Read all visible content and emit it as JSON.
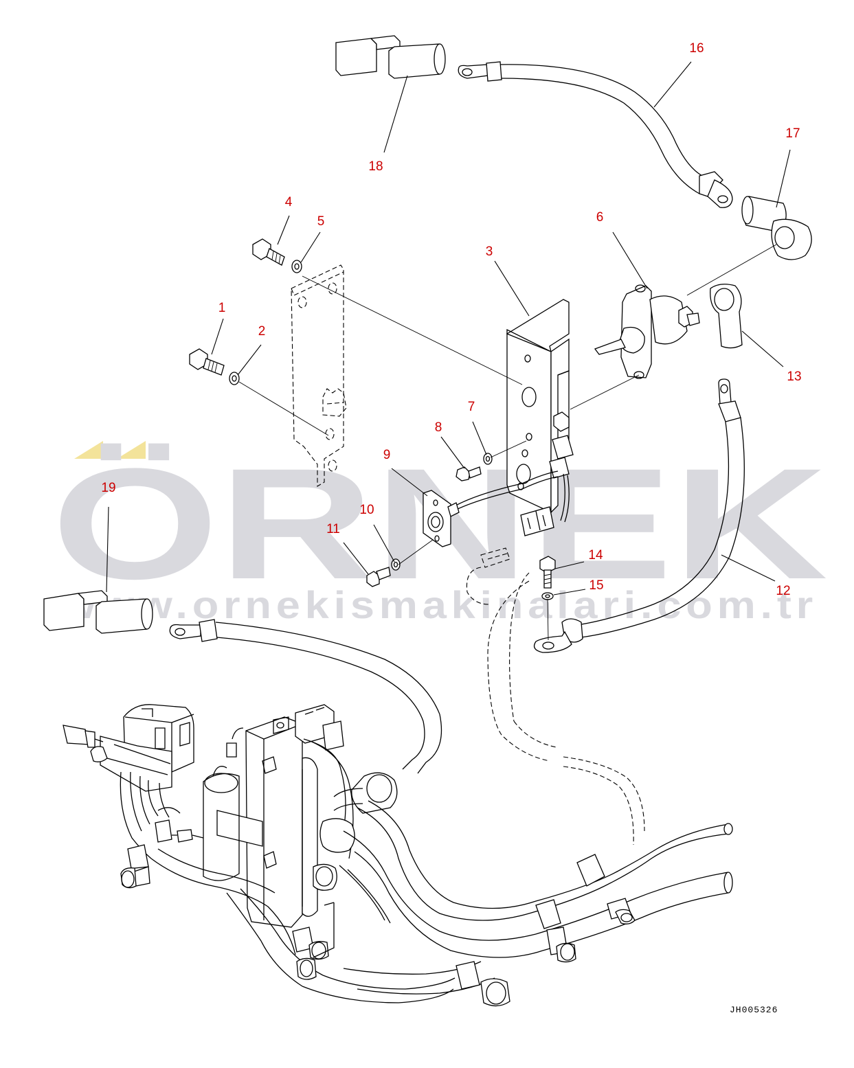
{
  "watermark": {
    "brand": "ÖRNEK",
    "url": "www.ornekismakinalari.com.tr",
    "colors": {
      "text": "#d9d9de",
      "umlaut": "#f3e39a"
    }
  },
  "drawing_code": "JH005326",
  "callout_color": "#cc0000",
  "callouts": [
    {
      "id": "1",
      "label": "1"
    },
    {
      "id": "2",
      "label": "2"
    },
    {
      "id": "3",
      "label": "3"
    },
    {
      "id": "4",
      "label": "4"
    },
    {
      "id": "5",
      "label": "5"
    },
    {
      "id": "6",
      "label": "6"
    },
    {
      "id": "7",
      "label": "7"
    },
    {
      "id": "8",
      "label": "8"
    },
    {
      "id": "9",
      "label": "9"
    },
    {
      "id": "10",
      "label": "10"
    },
    {
      "id": "11",
      "label": "11"
    },
    {
      "id": "12",
      "label": "12"
    },
    {
      "id": "13",
      "label": "13"
    },
    {
      "id": "14",
      "label": "14"
    },
    {
      "id": "15",
      "label": "15"
    },
    {
      "id": "16",
      "label": "16"
    },
    {
      "id": "17",
      "label": "17"
    },
    {
      "id": "18",
      "label": "18"
    },
    {
      "id": "19",
      "label": "19"
    }
  ]
}
